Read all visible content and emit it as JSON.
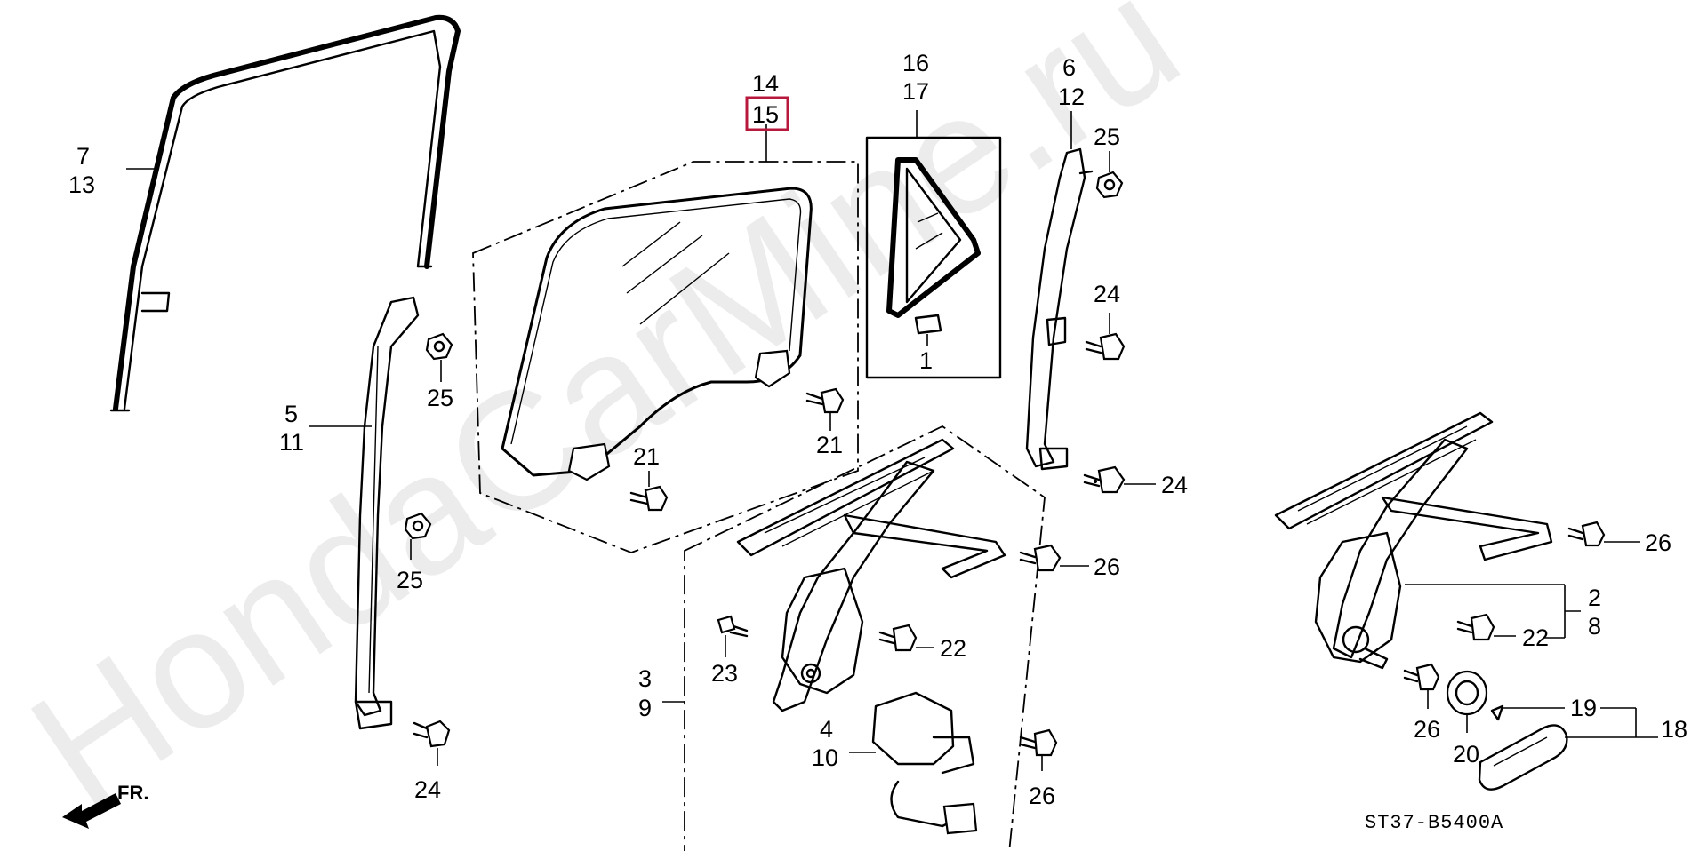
{
  "watermark": "HondaCarMine.ru",
  "diagram_code": "ST37-B5400A",
  "direction_label": "FR.",
  "highlighted_part": "15",
  "labels": {
    "p7": "7",
    "p13": "13",
    "p5": "5",
    "p11": "11",
    "p25a": "25",
    "p25b": "25",
    "p25c": "25",
    "p24a": "24",
    "p24b": "24",
    "p24c": "24",
    "p24d": "24",
    "p14": "14",
    "p15": "15",
    "p16": "16",
    "p17": "17",
    "p1": "1",
    "p6": "6",
    "p12": "12",
    "p21a": "21",
    "p21b": "21",
    "p26a": "26",
    "p26b": "26",
    "p26c": "26",
    "p26d": "26",
    "p22a": "22",
    "p22b": "22",
    "p23": "23",
    "p3": "3",
    "p9": "9",
    "p4": "4",
    "p10": "10",
    "p2": "2",
    "p8": "8",
    "p19": "19",
    "p18": "18",
    "p20": "20"
  }
}
